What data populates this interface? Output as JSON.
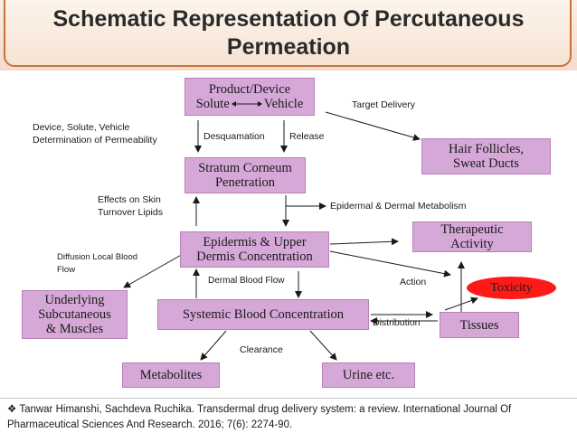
{
  "title": {
    "line1": "Schematic Representation Of  Percutaneous",
    "line2": "Permeation"
  },
  "boxes": {
    "product_line1": "Product/Device",
    "product_solute": "Solute",
    "product_vehicle": "Vehicle",
    "stratum_line1": "Stratum Corneum",
    "stratum_line2": "Penetration",
    "hair_line1": "Hair Follicles,",
    "hair_line2": "Sweat Ducts",
    "epidermis_line1": "Epidermis & Upper",
    "epidermis_line2": "Dermis Concentration",
    "therapeutic_line1": "Therapeutic",
    "therapeutic_line2": "Activity",
    "underlying_line1": "Underlying",
    "underlying_line2": "Subcutaneous",
    "underlying_line3": "& Muscles",
    "systemic": "Systemic Blood Concentration",
    "tissues": "Tissues",
    "metabolites": "Metabolites",
    "urine": "Urine etc.",
    "toxicity": "Toxicity"
  },
  "labels": {
    "target_delivery": "Target Delivery",
    "device_line1": "Device, Solute, Vehicle",
    "device_line2": "Determination of Permeability",
    "desquamation": "Desquamation",
    "release": "Release",
    "effects_line1": "Effects on Skin",
    "effects_line2": "Turnover Lipids",
    "epidermal_metabolism": "Epidermal & Dermal Metabolism",
    "diffusion_line1": "Diffusion Local Blood",
    "diffusion_line2": "Flow",
    "dermal_blood_flow": "Dermal Blood Flow",
    "action": "Action",
    "distribution": "Distribution",
    "clearance": "Clearance"
  },
  "reference": {
    "bullet": "❖",
    "line1": "Tanwar  Himanshi, Sachdeva Ruchika. Transdermal drug delivery system: a review. International Journal Of",
    "line2": "Pharmaceutical Sciences And Research. 2016; 7(6): 2274-90."
  },
  "colors": {
    "box_fill": "#d6a8d8",
    "toxicity_fill": "#ff1a1a",
    "title_border": "#c8723a"
  }
}
